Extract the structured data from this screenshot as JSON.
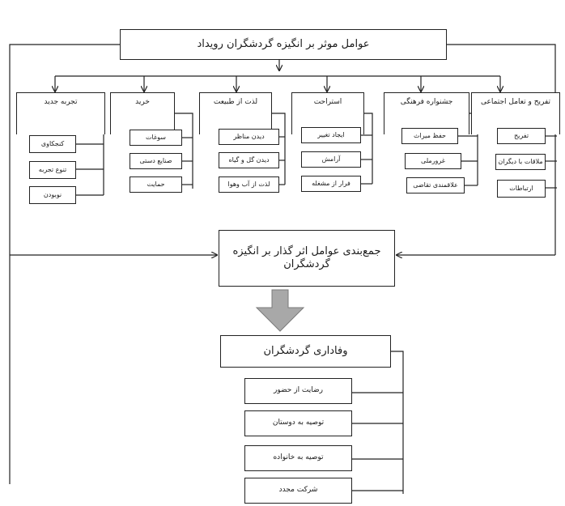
{
  "title": "عوامل موثر بر انگیزه گردشگران رویداد",
  "categories": [
    {
      "header": "تفریح و تعامل اجتماعی",
      "items": [
        "تفریح",
        "ملاقات با دیگران",
        "ارتباطات"
      ]
    },
    {
      "header": "جشنواره فرهنگی",
      "items": [
        "حفظ میراث",
        "غرورملی",
        "علاقمندی تقاضی"
      ]
    },
    {
      "header": "استراحت",
      "items": [
        "ایجاد تغییر",
        "آرامش",
        "فرار از مشغله"
      ]
    },
    {
      "header": "لذت از طبیعت",
      "items": [
        "دیدن مناظر",
        "دیدن گل و گیاه",
        "لذت از آب وهوا"
      ]
    },
    {
      "header": "خرید",
      "items": [
        "سوغات",
        "صنایع دستی",
        "حمایت"
      ]
    },
    {
      "header": "تجربه جدید",
      "items": [
        "کنجکاوی",
        "تنوع تجربه",
        "نوبودن"
      ]
    }
  ],
  "grouping": "جمع‌بندی عوامل اثر گذار بر انگیزه گردشگران",
  "loyalty": {
    "title": "وفاداری گردشگران",
    "items": [
      "رضایت از حضور",
      "توصیه به دوستان",
      "توصیه به خانواده",
      "شرکت مجدد"
    ]
  },
  "colors": {
    "line": "#222222",
    "arrow_fill": "#a8a8a8",
    "arrow_stroke": "#7a7a7a"
  }
}
